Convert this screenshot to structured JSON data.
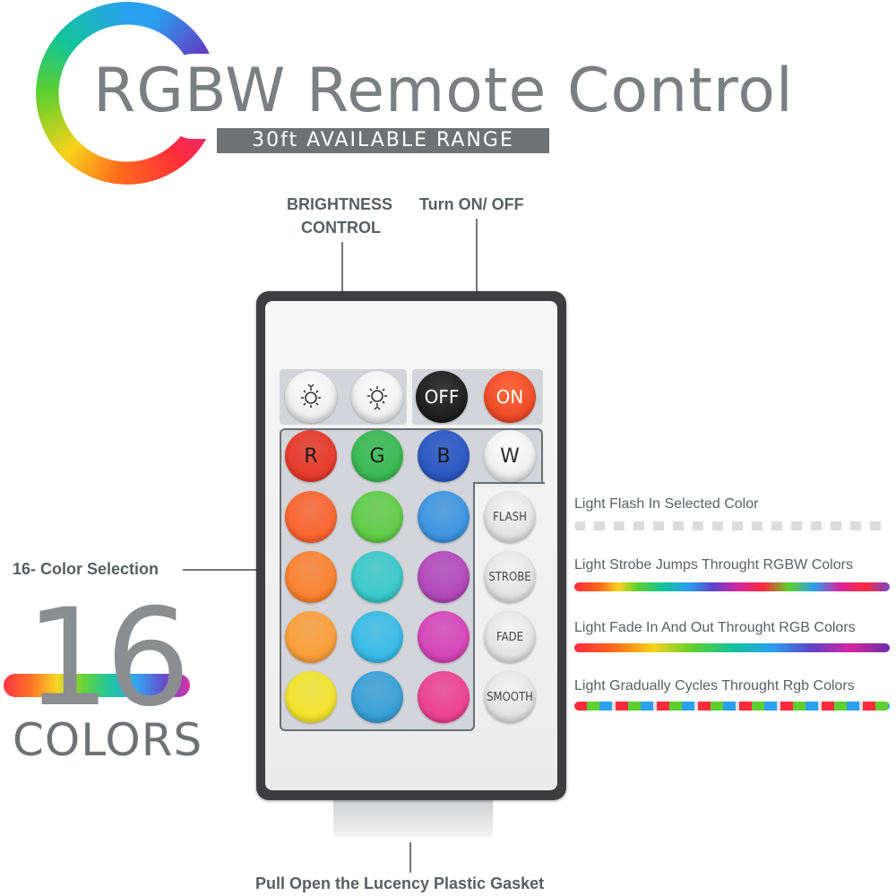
{
  "header": {
    "title": "RGBW Remote Control",
    "range": "30ft AVAILABLE RANGE"
  },
  "callouts": {
    "brightness_line1": "BRIGHTNESS",
    "brightness_line2": "CONTROL",
    "power": "Turn ON/ OFF",
    "color_selection": "16- Color Selection",
    "gasket": "Pull Open the Lucency Plastic Gasket"
  },
  "logo16": {
    "number": "16",
    "word": "COLORS"
  },
  "modes": [
    {
      "button": "FLASH",
      "description": "Light Flash In Selected Color"
    },
    {
      "button": "STROBE",
      "description": "Light Strobe Jumps Throught RGBW Colors"
    },
    {
      "button": "FADE",
      "description": "Light Fade In And Out Throught RGB Colors"
    },
    {
      "button": "SMOOTH",
      "description": "Light Gradually Cycles Throught Rgb Colors"
    }
  ],
  "remote": {
    "off_label": "OFF",
    "on_label": "ON",
    "r_label": "R",
    "g_label": "G",
    "b_label": "B",
    "w_label": "W",
    "brightness_icons": [
      "brightness-down-icon",
      "brightness-up-icon"
    ],
    "color_rows": [
      [
        "#ff5a1f",
        "#55cc3a",
        "#2f8fe0"
      ],
      [
        "#ff7a1f",
        "#2dc8c8",
        "#b03ab8"
      ],
      [
        "#ff9a2a",
        "#29b9e8",
        "#d637b6"
      ],
      [
        "#f7e51c",
        "#2a9bd6",
        "#f0338c"
      ]
    ],
    "rgb_colors": {
      "r": "#e8301f",
      "g": "#2fb84a",
      "b": "#1f4fc0"
    }
  }
}
